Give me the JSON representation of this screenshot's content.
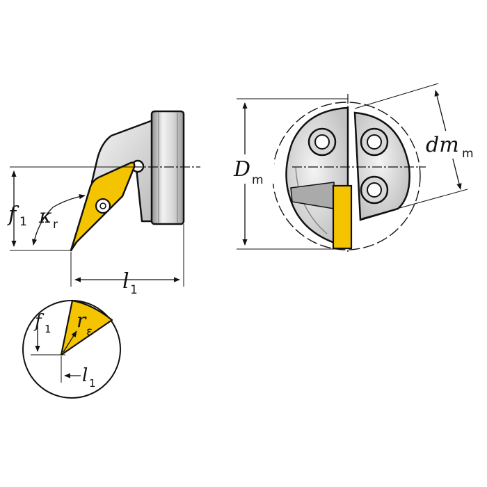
{
  "labels": {
    "f1_main": {
      "base": "f",
      "sub": "1"
    },
    "kr": {
      "base": "κ",
      "sub": "r"
    },
    "l1_main": {
      "base": "l",
      "sub": "1"
    },
    "Dm": {
      "base": "D",
      "sub": "m"
    },
    "dmm": {
      "base": "dm",
      "sub": "m"
    },
    "f1_detail": {
      "base": "f",
      "sub": "1"
    },
    "re": {
      "base": "r",
      "sub": "ε"
    },
    "l1_detail": {
      "base": "l",
      "sub": "1"
    }
  },
  "colors": {
    "insert": "#F5C400",
    "line": "#111111",
    "body_light": "#EDEDED",
    "body_mid": "#C8C8C8",
    "body_dark": "#9A9A9A"
  }
}
